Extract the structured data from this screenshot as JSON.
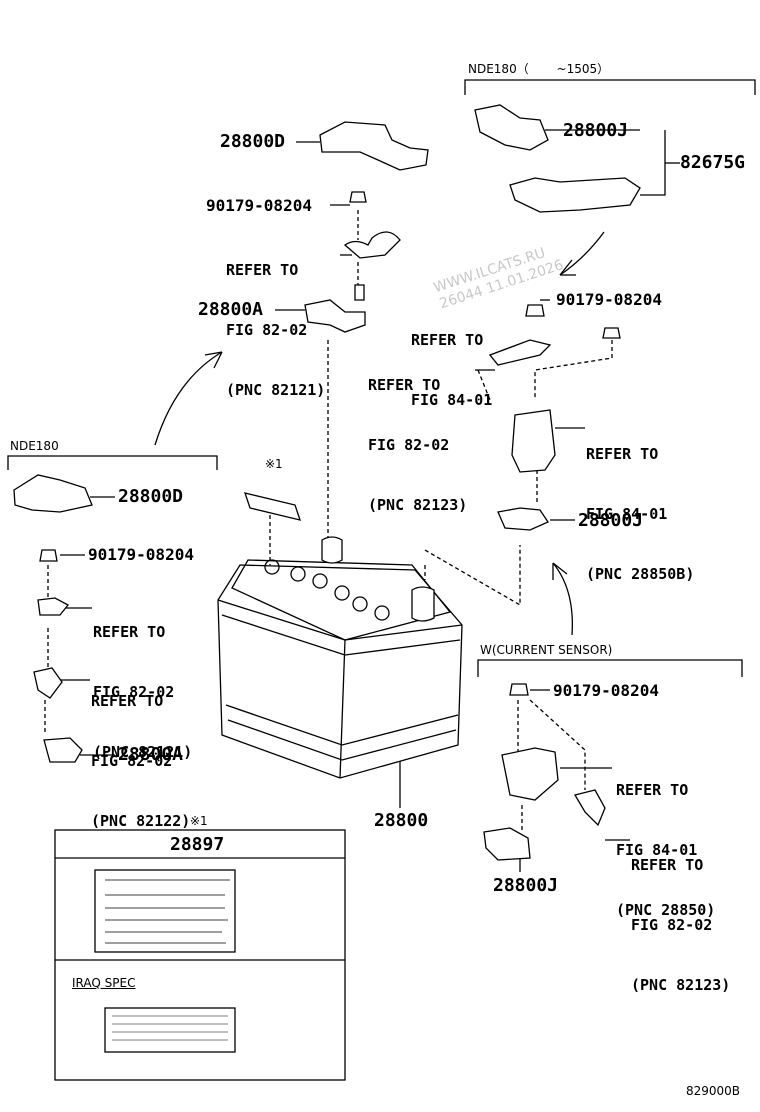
{
  "sections": {
    "nde180_top": "NDE180（　 　~1505）",
    "nde180_left": "NDE180",
    "current_sensor": "W(CURRENT SENSOR)",
    "mark_note": "※1"
  },
  "labels": {
    "p28800D_top": "28800D",
    "p90179_a": "90179-08204",
    "p28800A_top": "28800A",
    "p28800J_a": "28800J",
    "p82675G": "82675G",
    "p90179_b": "90179-08204",
    "p28800J_b": "28800J",
    "p28800D_left": "28800D",
    "p90179_c": "90179-08204",
    "p28800A_left": "28800A",
    "p28800": "28800",
    "p90179_d": "90179-08204",
    "p28800J_c": "28800J",
    "p28897": "28897"
  },
  "refs": {
    "r1": [
      "REFER TO",
      "FIG 82-02",
      "(PNC 82121)"
    ],
    "r2": [
      "REFER TO",
      "FIG 84-01"
    ],
    "r3": [
      "REFER TO",
      "FIG 82-02",
      "(PNC 82123)"
    ],
    "r4": [
      "REFER TO",
      "FIG 84-01",
      "(PNC 28850B)"
    ],
    "r5": [
      "REFER TO",
      "FIG 82-02",
      "(PNC 82121)"
    ],
    "r6": [
      "REFER TO",
      "FIG 82-02",
      "(PNC 82122)"
    ],
    "r7": [
      "REFER TO",
      "FIG 84-01",
      "(PNC 28850)"
    ],
    "r8": [
      "REFER TO",
      "FIG 82-02",
      "(PNC 82123)"
    ]
  },
  "box": {
    "mark": "※1",
    "part": "28897",
    "iraq": "IRAQ SPEC"
  },
  "watermark": [
    "WWW.ILCATS.RU",
    "26044 11.01.2026"
  ],
  "figure_code": "829000B"
}
